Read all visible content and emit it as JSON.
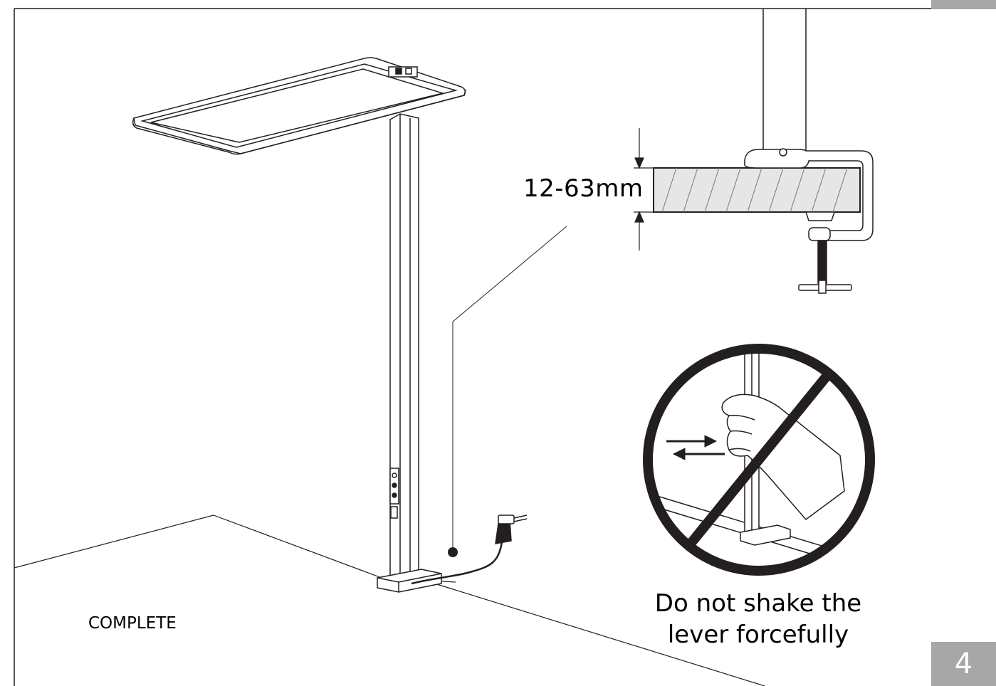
{
  "page": {
    "number": "4"
  },
  "dimension": {
    "label": "12-63mm"
  },
  "warning": {
    "line1": "Do not shake the",
    "line2": "lever forcefully"
  },
  "status": {
    "label": "COMPLETE"
  },
  "colors": {
    "line": "#231f20",
    "panel_gray": "#a7a7a7",
    "hatch_fill": "#e6e6e6",
    "prohibition": "#231f20"
  },
  "icons": [
    "floor-lamp-illustration",
    "desk-clamp-icon",
    "prohibition-icon",
    "hand-icon",
    "push-pull-arrows-icon",
    "power-plug-icon"
  ]
}
